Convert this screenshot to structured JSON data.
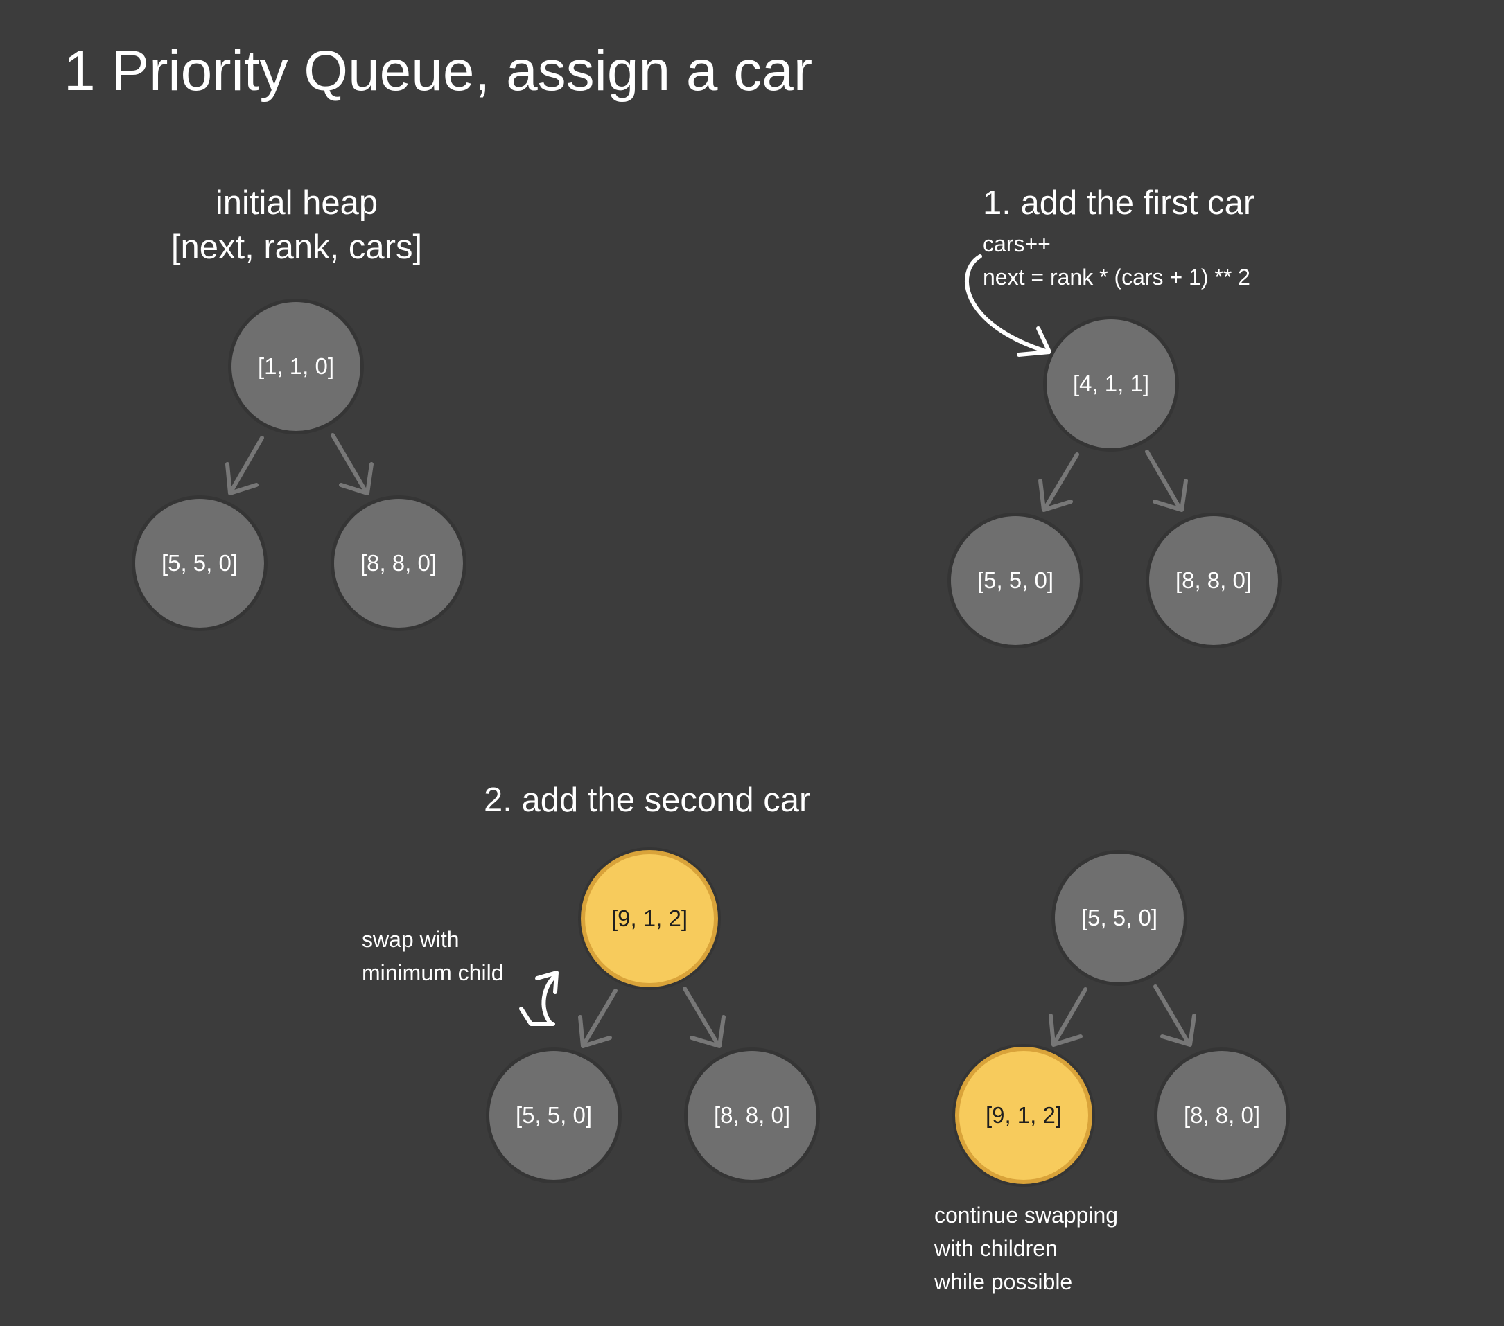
{
  "title": "1 Priority Queue, assign a car",
  "sections": {
    "initial": {
      "title_line1": "initial heap",
      "title_line2": "[next, rank, cars]",
      "nodes": {
        "root": "[1, 1, 0]",
        "left": "[5, 5, 0]",
        "right": "[8, 8, 0]"
      }
    },
    "first_car": {
      "title": "1. add the first car",
      "note_line1": "cars++",
      "note_line2": "next = rank * (cars + 1) ** 2",
      "nodes": {
        "root": "[4, 1, 1]",
        "left": "[5, 5, 0]",
        "right": "[8, 8, 0]"
      }
    },
    "second_car": {
      "title": "2. add the second car",
      "note_line1": "swap with",
      "note_line2": "minimum child",
      "nodes": {
        "root": "[9, 1, 2]",
        "left": "[5, 5, 0]",
        "right": "[8, 8, 0]"
      }
    },
    "swapped": {
      "note_line1": "continue swapping",
      "note_line2": "with children",
      "note_line3": "while possible",
      "nodes": {
        "root": "[5, 5, 0]",
        "left": "[9, 1, 2]",
        "right": "[8, 8, 0]"
      }
    }
  },
  "colors": {
    "background": "#3c3c3c",
    "node": "#6f6f6f",
    "highlight_fill": "#f7cb5c",
    "highlight_border": "#d9a33a",
    "edge": "#777777",
    "annotation": "#ffffff"
  }
}
